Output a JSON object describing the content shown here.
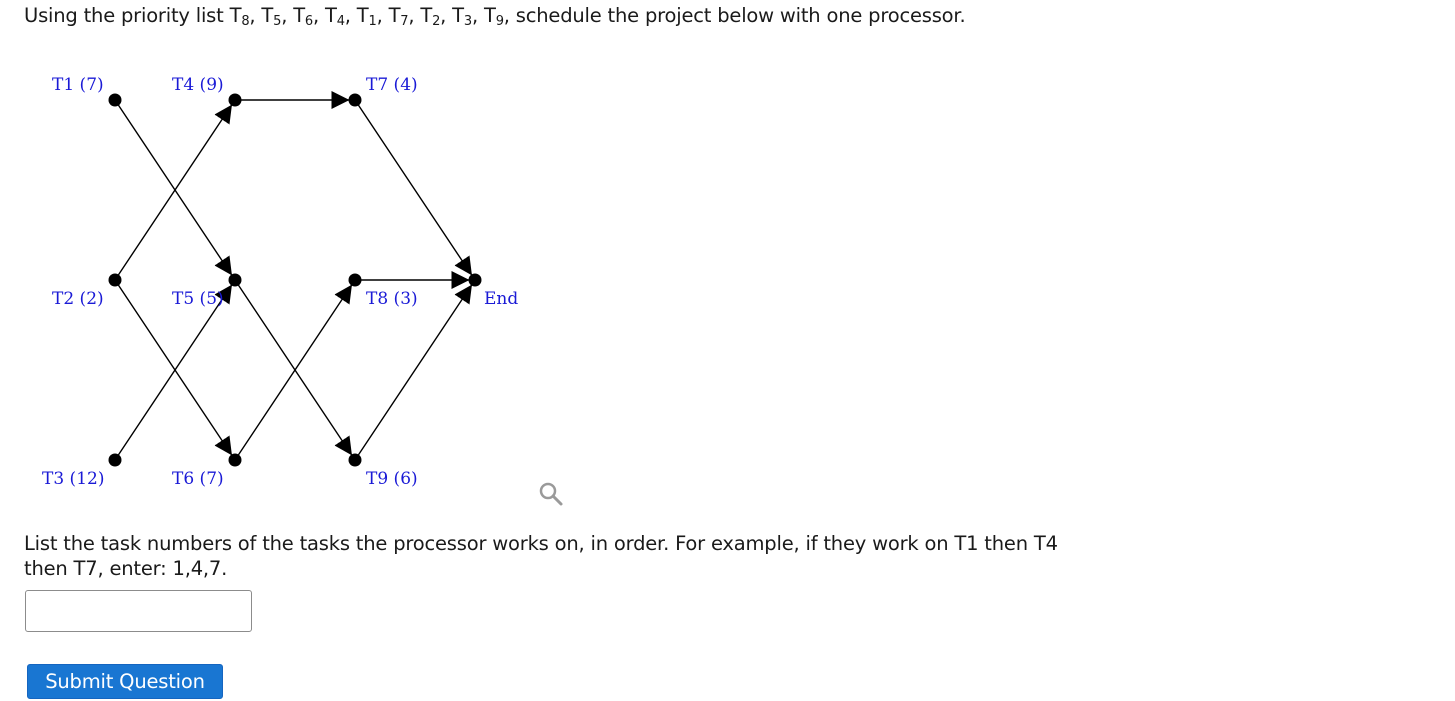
{
  "prompt": {
    "lead": "Using the priority list ",
    "priority_list": [
      {
        "letter": "T",
        "num": "8"
      },
      {
        "letter": "T",
        "num": "5"
      },
      {
        "letter": "T",
        "num": "6"
      },
      {
        "letter": "T",
        "num": "4"
      },
      {
        "letter": "T",
        "num": "1"
      },
      {
        "letter": "T",
        "num": "7"
      },
      {
        "letter": "T",
        "num": "2"
      },
      {
        "letter": "T",
        "num": "3"
      },
      {
        "letter": "T",
        "num": "9"
      }
    ],
    "separator": ", ",
    "tail": ", schedule the project below with one processor."
  },
  "graph": {
    "nodes": [
      {
        "id": "T1",
        "label": "T1 (7)"
      },
      {
        "id": "T4",
        "label": "T4 (9)"
      },
      {
        "id": "T7",
        "label": "T7 (4)"
      },
      {
        "id": "T2",
        "label": "T2 (2)"
      },
      {
        "id": "T5",
        "label": "T5 (5)"
      },
      {
        "id": "T8",
        "label": "T8 (3)"
      },
      {
        "id": "End",
        "label": "End"
      },
      {
        "id": "T3",
        "label": "T3 (12)"
      },
      {
        "id": "T6",
        "label": "T6 (7)"
      },
      {
        "id": "T9",
        "label": "T9 (6)"
      }
    ],
    "edges": [
      {
        "from": "T1",
        "to": "T5"
      },
      {
        "from": "T2",
        "to": "T4"
      },
      {
        "from": "T2",
        "to": "T6"
      },
      {
        "from": "T3",
        "to": "T5"
      },
      {
        "from": "T4",
        "to": "T7"
      },
      {
        "from": "T5",
        "to": "T9"
      },
      {
        "from": "T6",
        "to": "T8"
      },
      {
        "from": "T7",
        "to": "End"
      },
      {
        "from": "T8",
        "to": "End"
      },
      {
        "from": "T9",
        "to": "End"
      }
    ],
    "colors": {
      "label": "#1a1ad6",
      "line": "#000000"
    }
  },
  "zoom_icon": "magnifier-icon",
  "instructions": "List the task numbers of the tasks the processor works on, in order. For example, if they work on T1 then T4 then T7, enter: 1,4,7.",
  "answer": {
    "value": "",
    "placeholder": ""
  },
  "submit_label": "Submit Question",
  "colors": {
    "submit_bg": "#1976d2"
  }
}
